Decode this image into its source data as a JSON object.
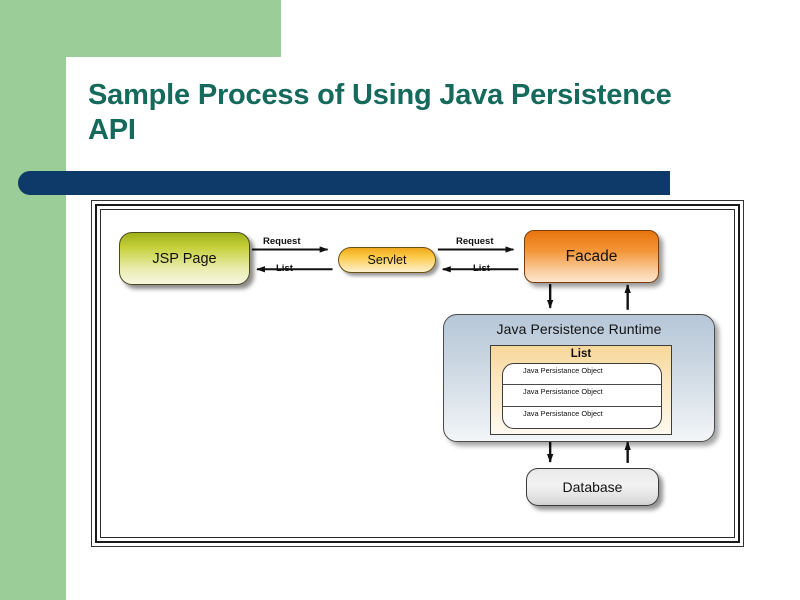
{
  "slide": {
    "title": "Sample Process of Using Java Persistence API",
    "theme": {
      "green": "#9bcd99",
      "title_teal": "#156a5c",
      "accent_navy": "#0d3a68"
    }
  },
  "diagram": {
    "nodes": {
      "jsp_page": "JSP Page",
      "servlet": "Servlet",
      "facade": "Facade",
      "runtime": "Java Persistence Runtime",
      "list": "List",
      "database": "Database"
    },
    "list_items": [
      "Java Persistance Object",
      "Java Persistance Object",
      "Java Persistance Object"
    ],
    "labels": {
      "request_1": "Request",
      "list_1": "List",
      "request_2": "Request",
      "list_2": "List"
    }
  }
}
